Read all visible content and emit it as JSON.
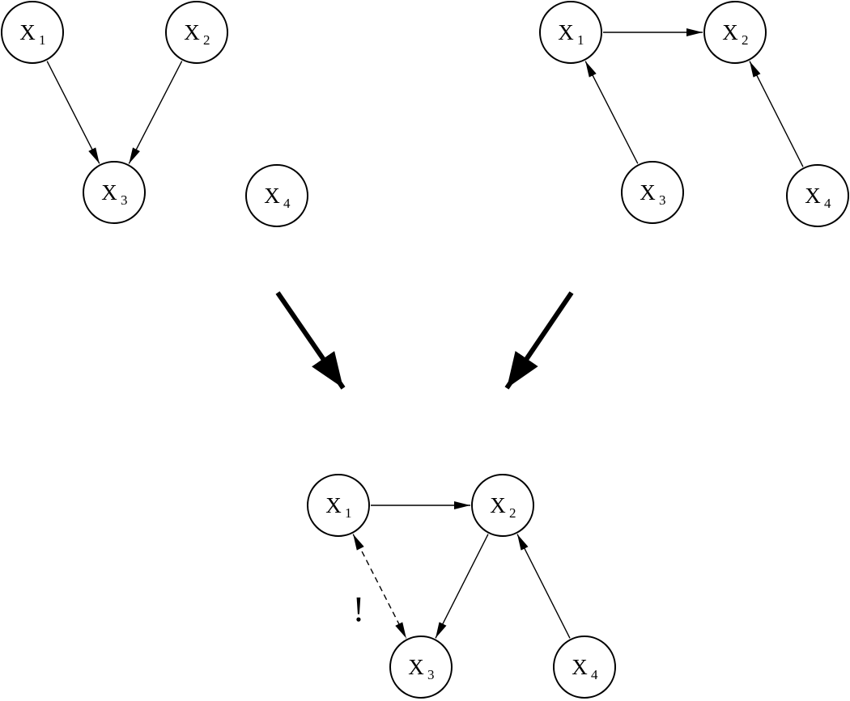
{
  "diagram": {
    "colors": {
      "stroke": "#000000",
      "fill": "#ffffff"
    },
    "graphs": [
      {
        "id": "top-left",
        "nodes": [
          {
            "id": "tl-x1",
            "letter": "X",
            "sub": "1"
          },
          {
            "id": "tl-x2",
            "letter": "X",
            "sub": "2"
          },
          {
            "id": "tl-x3",
            "letter": "X",
            "sub": "3"
          },
          {
            "id": "tl-x4",
            "letter": "X",
            "sub": "4"
          }
        ],
        "edges": [
          {
            "from": "tl-x1",
            "to": "tl-x3",
            "style": "solid"
          },
          {
            "from": "tl-x2",
            "to": "tl-x3",
            "style": "solid"
          }
        ]
      },
      {
        "id": "top-right",
        "nodes": [
          {
            "id": "tr-x1",
            "letter": "X",
            "sub": "1"
          },
          {
            "id": "tr-x2",
            "letter": "X",
            "sub": "2"
          },
          {
            "id": "tr-x3",
            "letter": "X",
            "sub": "3"
          },
          {
            "id": "tr-x4",
            "letter": "X",
            "sub": "4"
          }
        ],
        "edges": [
          {
            "from": "tr-x1",
            "to": "tr-x2",
            "style": "solid"
          },
          {
            "from": "tr-x3",
            "to": "tr-x1",
            "style": "solid"
          },
          {
            "from": "tr-x4",
            "to": "tr-x2",
            "style": "solid"
          }
        ]
      },
      {
        "id": "bottom",
        "nodes": [
          {
            "id": "b-x1",
            "letter": "X",
            "sub": "1"
          },
          {
            "id": "b-x2",
            "letter": "X",
            "sub": "2"
          },
          {
            "id": "b-x3",
            "letter": "X",
            "sub": "3"
          },
          {
            "id": "b-x4",
            "letter": "X",
            "sub": "4"
          }
        ],
        "edges": [
          {
            "from": "b-x1",
            "to": "b-x2",
            "style": "solid"
          },
          {
            "from": "b-x2",
            "to": "b-x3",
            "style": "solid"
          },
          {
            "from": "b-x4",
            "to": "b-x2",
            "style": "solid"
          },
          {
            "from": "b-x1",
            "to": "b-x3",
            "style": "dashed",
            "bidirectional": true
          }
        ]
      }
    ],
    "merge_arrows": [
      {
        "id": "merge-arrow-left"
      },
      {
        "id": "merge-arrow-right"
      }
    ],
    "annotation": {
      "text": "!"
    }
  }
}
